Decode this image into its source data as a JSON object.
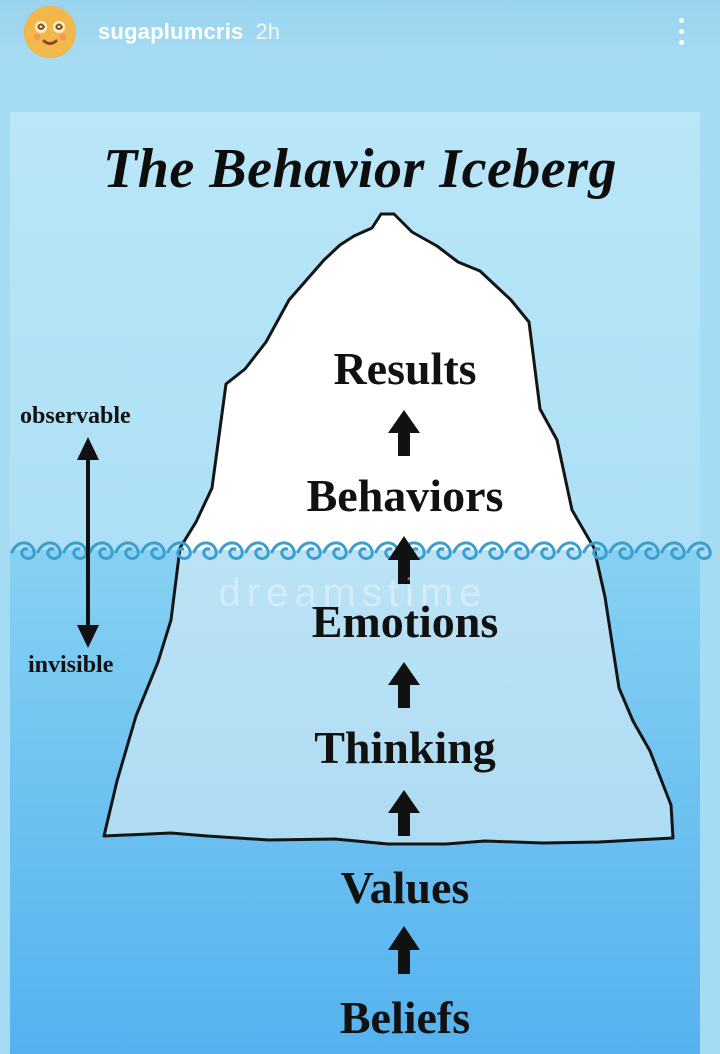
{
  "story": {
    "username": "sugaplumcris",
    "timestamp": "2h",
    "avatar_icon": "dizzy-face-emoji",
    "menu_icon": "more-vertical-icon"
  },
  "diagram": {
    "title": "The Behavior Iceberg",
    "levels": [
      "Results",
      "Behaviors",
      "Emotions",
      "Thinking",
      "Values",
      "Beliefs"
    ],
    "side_labels": {
      "top": "observable",
      "bottom": "invisible"
    },
    "watermark": "dreamstime"
  },
  "colors": {
    "sky": "#a6dcf3",
    "water_top": "#83cdf1",
    "water_bottom": "#56b3ef",
    "iceberg_above": "#ffffff",
    "iceberg_below": "#bfe6f7",
    "wave": "#3a9fcf",
    "text": "#111111",
    "arrow": "#111111"
  }
}
